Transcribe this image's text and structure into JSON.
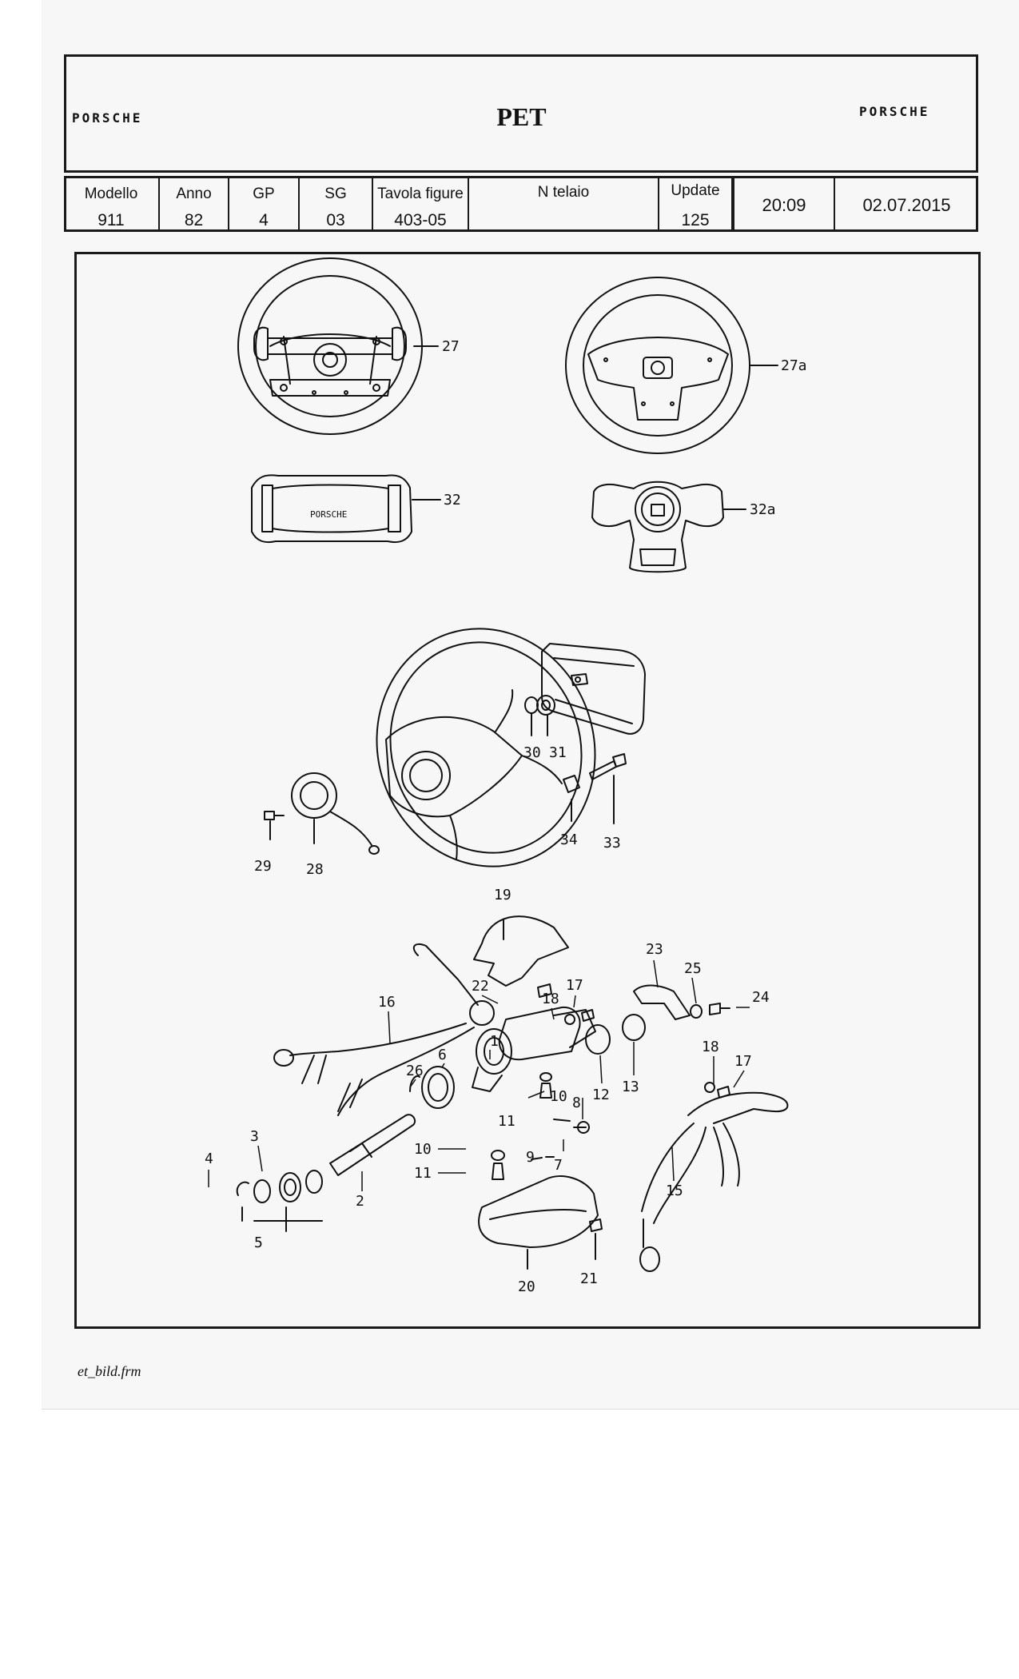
{
  "header": {
    "brand_left": "PORSCHE",
    "title": "PET",
    "brand_right": "PORSCHE"
  },
  "info": {
    "modello_label": "Modello",
    "modello_value": "911",
    "anno_label": "Anno",
    "anno_value": "82",
    "gp_label": "GP",
    "gp_value": "4",
    "sg_label": "SG",
    "sg_value": "03",
    "tavola_label": "Tavola figure",
    "tavola_value": "403-05",
    "telaio_label": "N  telaio",
    "telaio_value": "",
    "update_label": "Update",
    "update_value": "125",
    "time": "20:09",
    "date": "02.07.2015"
  },
  "diagram": {
    "airbag_logo_text": "PORSCHE",
    "callouts": [
      "27",
      "27a",
      "32",
      "32a",
      "30",
      "31",
      "34",
      "33",
      "29",
      "28",
      "19",
      "23",
      "25",
      "24",
      "22",
      "17",
      "18",
      "16",
      "1",
      "26",
      "6",
      "10",
      "8",
      "12",
      "13",
      "3",
      "4",
      "2",
      "11",
      "9",
      "7",
      "5",
      "20",
      "21",
      "15"
    ]
  },
  "footer": {
    "text": "et_bild.frm"
  }
}
